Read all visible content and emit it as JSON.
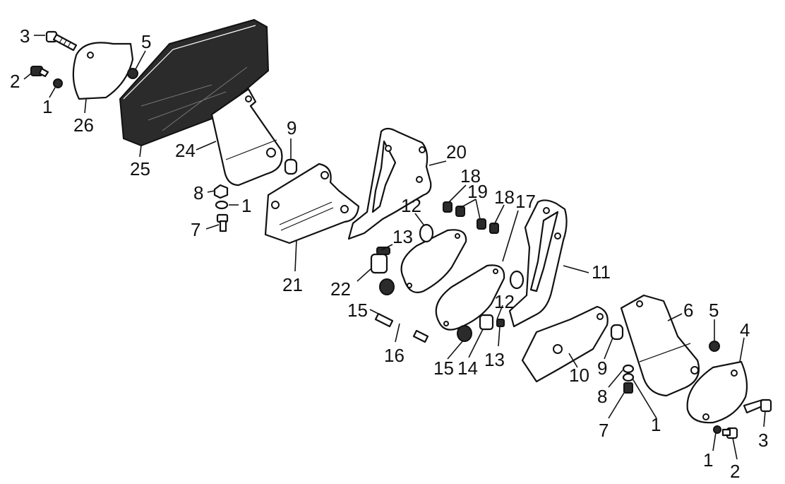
{
  "callouts": [
    {
      "label": "3"
    },
    {
      "label": "5"
    },
    {
      "label": "2"
    },
    {
      "label": "1"
    },
    {
      "label": "26"
    },
    {
      "label": "25"
    },
    {
      "label": "24"
    },
    {
      "label": "9"
    },
    {
      "label": "8"
    },
    {
      "label": "1"
    },
    {
      "label": "7"
    },
    {
      "label": "21"
    },
    {
      "label": "20"
    },
    {
      "label": "18"
    },
    {
      "label": "19"
    },
    {
      "label": "18"
    },
    {
      "label": "17"
    },
    {
      "label": "12"
    },
    {
      "label": "13"
    },
    {
      "label": "22"
    },
    {
      "label": "15"
    },
    {
      "label": "16"
    },
    {
      "label": "11"
    },
    {
      "label": "12"
    },
    {
      "label": "13"
    },
    {
      "label": "14"
    },
    {
      "label": "15"
    },
    {
      "label": "10"
    },
    {
      "label": "9"
    },
    {
      "label": "6"
    },
    {
      "label": "5"
    },
    {
      "label": "4"
    },
    {
      "label": "8"
    },
    {
      "label": "7"
    },
    {
      "label": "1"
    },
    {
      "label": "3"
    },
    {
      "label": "1"
    },
    {
      "label": "2"
    }
  ]
}
